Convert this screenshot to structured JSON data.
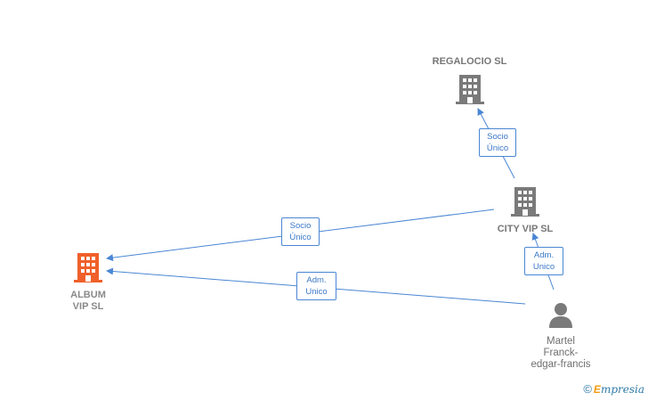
{
  "nodes": {
    "album": {
      "label_line1": "ALBUM",
      "label_line2": "VIP  SL",
      "color": "#f0602a"
    },
    "regalocio": {
      "label": "REGALOCIO SL",
      "color": "#7a7a7a"
    },
    "cityvip": {
      "label": "CITY VIP  SL",
      "color": "#7a7a7a"
    },
    "martel": {
      "line1": "Martel",
      "line2": "Franck-",
      "line3": "edgar-francis",
      "color": "#7a7a7a"
    }
  },
  "edges": [
    {
      "from": "cityvip",
      "to": "regalocio",
      "label_line1": "Socio",
      "label_line2": "Único"
    },
    {
      "from": "cityvip",
      "to": "album",
      "label_line1": "Socio",
      "label_line2": "Único"
    },
    {
      "from": "martel",
      "to": "album",
      "label_line1": "Adm.",
      "label_line2": "Unico"
    },
    {
      "from": "martel",
      "to": "cityvip",
      "label_line1": "Adm.",
      "label_line2": "Unico"
    }
  ],
  "edge_color": "#4a86d4",
  "brand": {
    "copyright": "©",
    "e": "E",
    "rest": "mpresia"
  }
}
